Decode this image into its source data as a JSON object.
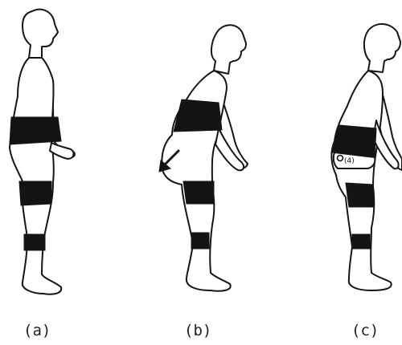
{
  "panels": [
    {
      "id": "a",
      "caption": "(a)"
    },
    {
      "id": "b",
      "caption": "(b)"
    },
    {
      "id": "c",
      "caption": "(c)"
    }
  ],
  "markers": {
    "c_hip_label": "(4)"
  }
}
